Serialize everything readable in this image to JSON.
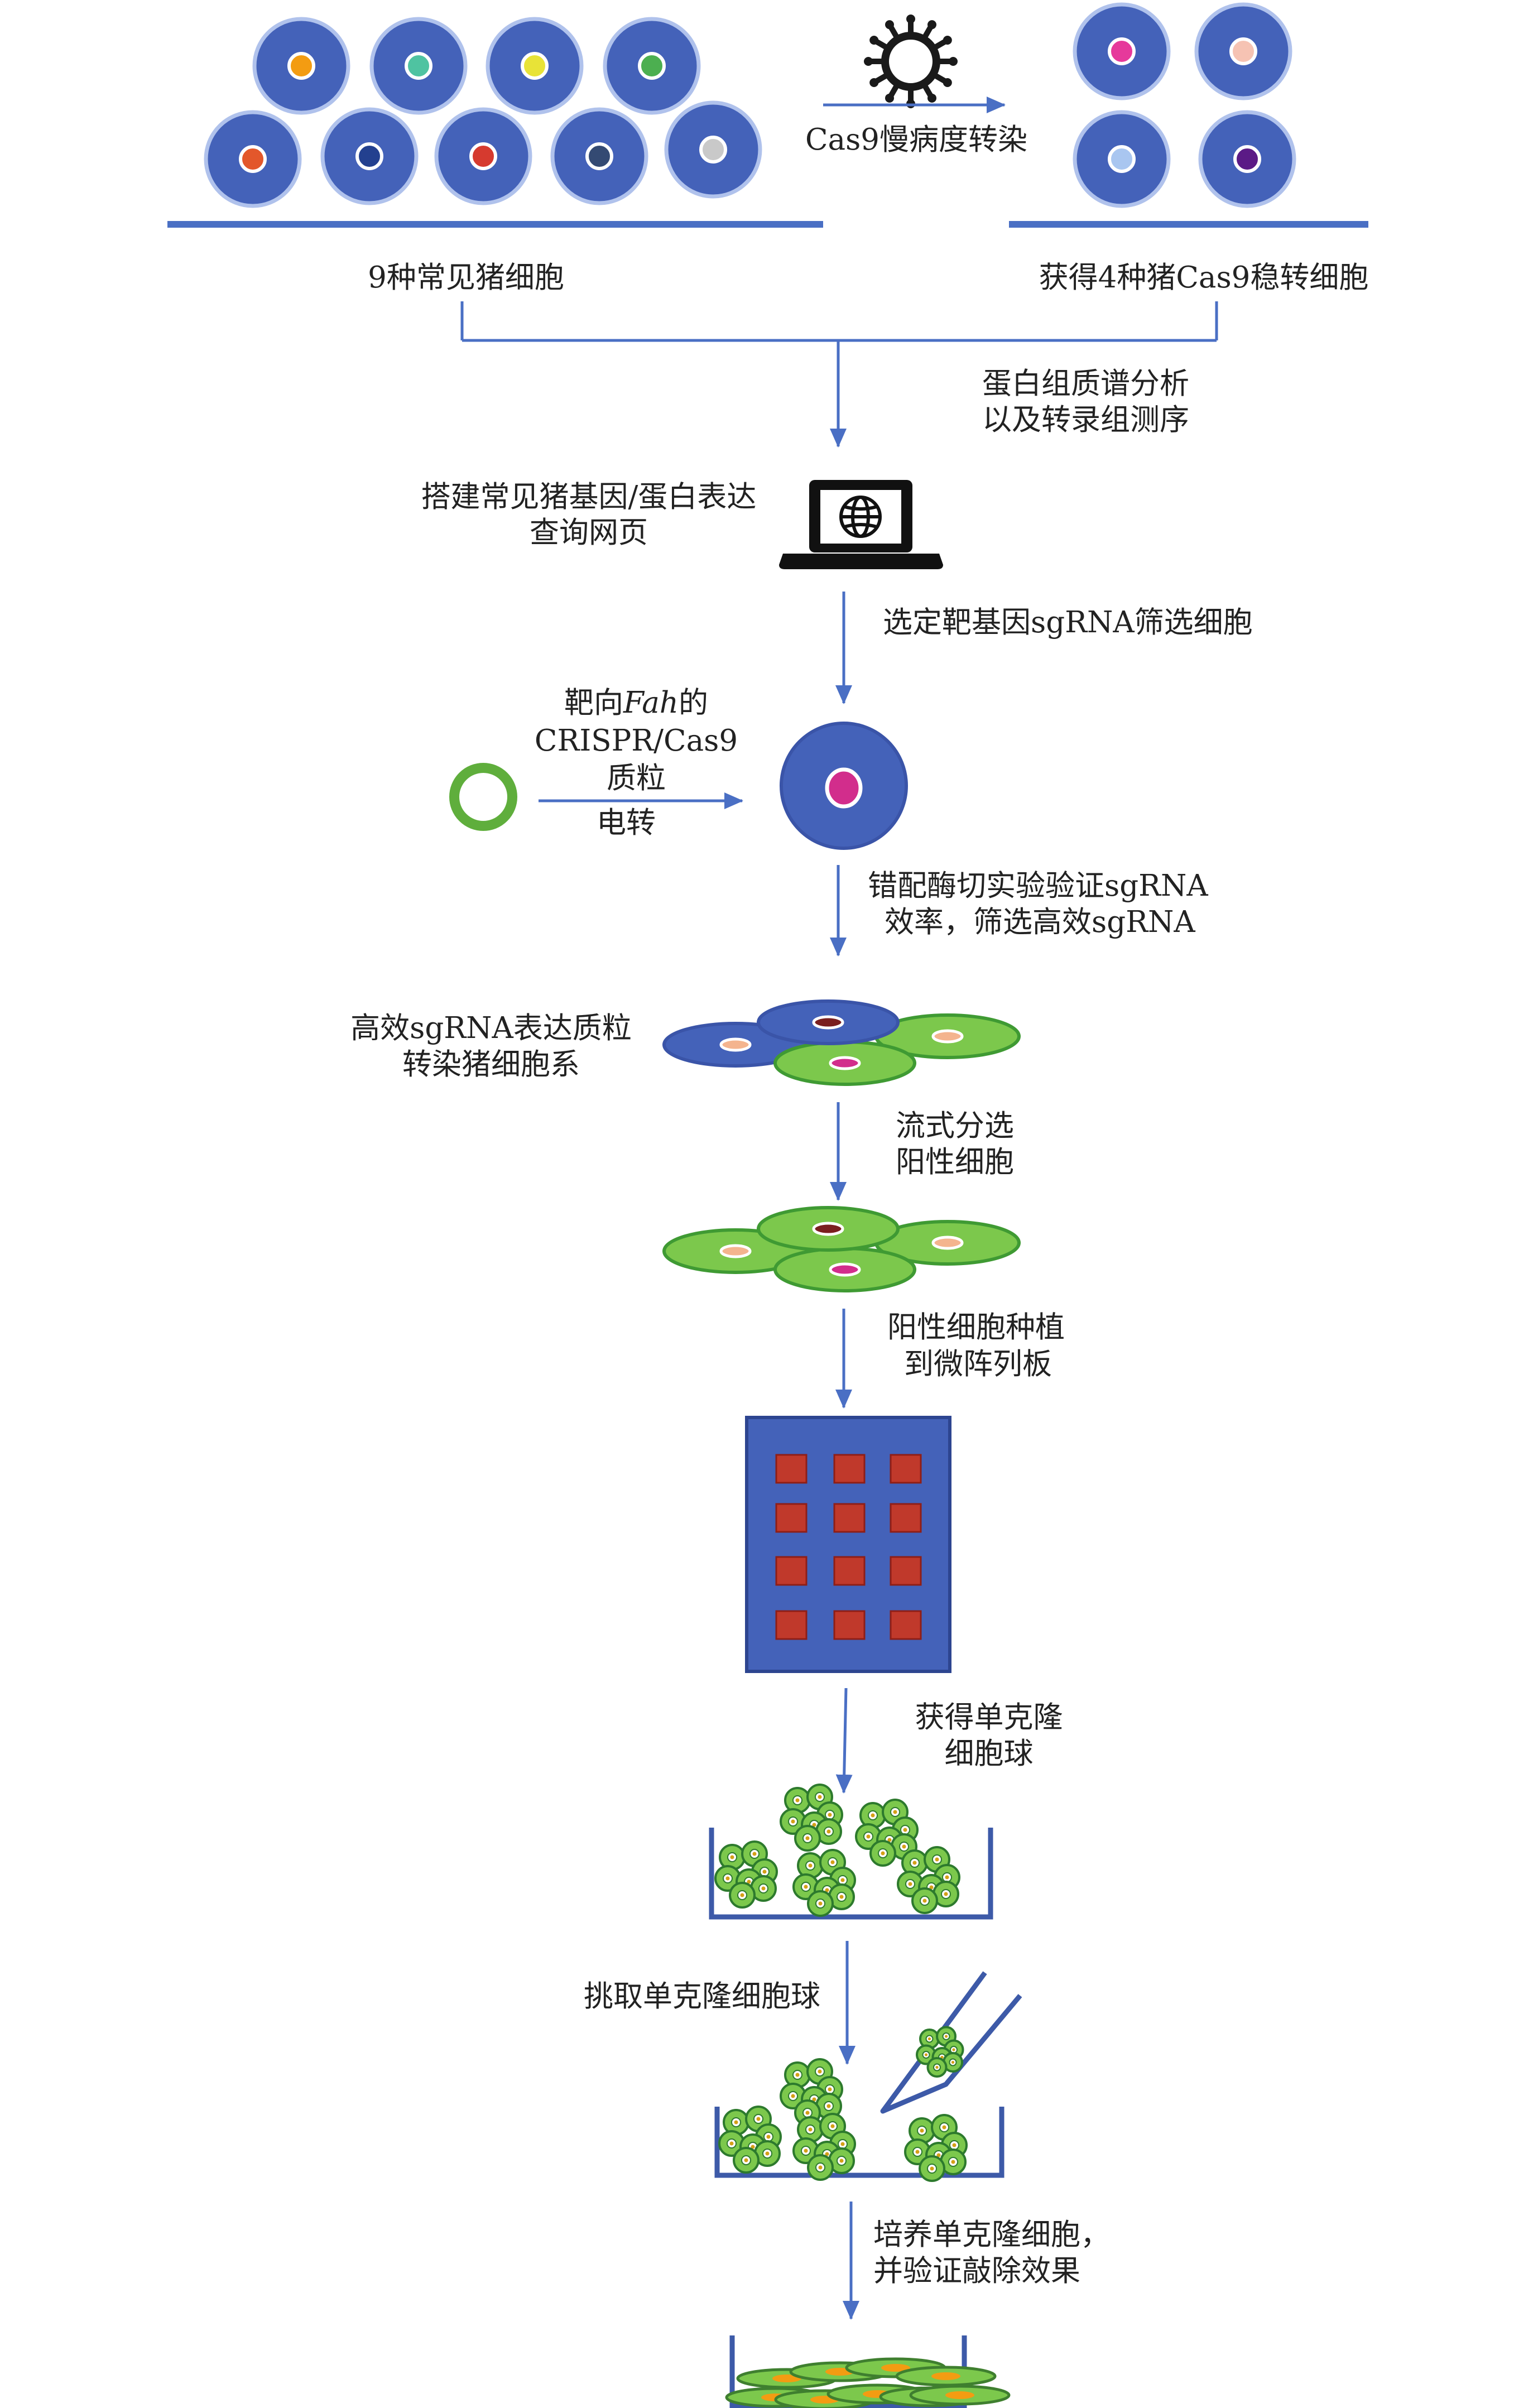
{
  "diagram": {
    "top": {
      "left_label": "9种常见猪细胞",
      "arrow_label": "Cas9慢病度转染",
      "right_label": "获得4种猪Cas9稳转细胞",
      "left_nucleus_colors": [
        "#f39c12",
        "#4fc3a1",
        "#e8e337",
        "#4caf50",
        "#e3572b",
        "#23408f",
        "#d63a2f",
        "#344a73",
        "#c9c9c9"
      ],
      "right_nucleus_colors": [
        "#e6399b",
        "#f6c3b3",
        "#a9c6f0",
        "#5b1a86"
      ]
    },
    "steps": {
      "s1_label": [
        "蛋白组质谱分析",
        "以及转录组测序"
      ],
      "website_label": [
        "搭建常见猪基因/蛋白表达",
        "查询网页"
      ],
      "s2_label": "选定靶基因sgRNA筛选细胞",
      "plasmid_label": {
        "line1_prefix": "靶向",
        "line1_italic": "Fah",
        "line1_suffix": "的",
        "line2": "CRISPR/Cas9",
        "line3": "质粒",
        "line4": "电转"
      },
      "s3_label": [
        "错配酶切实验验证sgRNA",
        "效率，筛选高效sgRNA"
      ],
      "transfect_label": [
        "高效sgRNA表达质粒",
        "转染猪细胞系"
      ],
      "s4_label": [
        "流式分选",
        "阳性细胞"
      ],
      "s5_label": [
        "阳性细胞种植",
        "到微阵列板"
      ],
      "s6_label": [
        "获得单克隆",
        "细胞球"
      ],
      "s7_label": "挑取单克隆细胞球",
      "s8_label": [
        "培养单克隆细胞，",
        "并验证敲除效果"
      ]
    },
    "colors": {
      "arrow": "#4a6fc4",
      "cell_blue": "#4462b9",
      "cell_green": "#7cc84c",
      "plate": "#4462b9",
      "well": "#c0392b"
    }
  }
}
